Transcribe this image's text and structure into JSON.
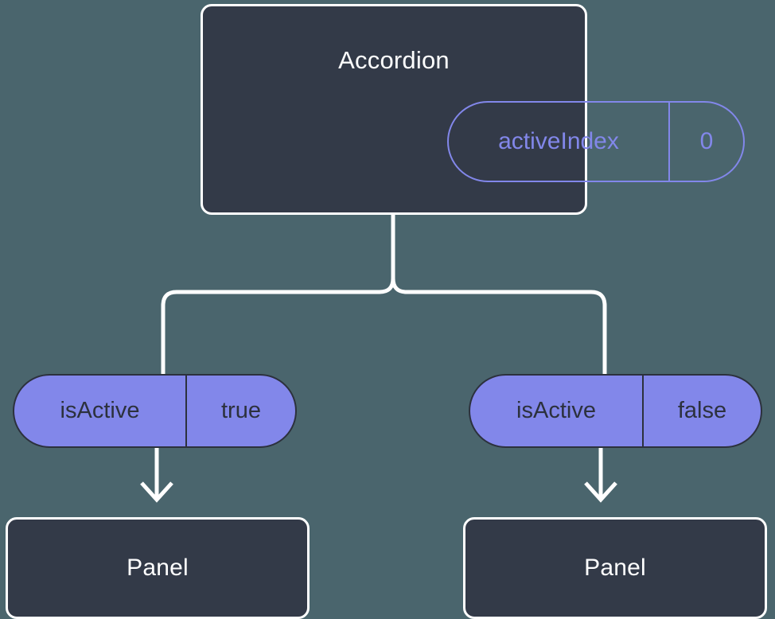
{
  "diagram": {
    "type": "component-state-tree",
    "background_color": "#4a656d",
    "node_fill_color": "#333a48",
    "node_stroke_color": "#ffffff",
    "accent_color": "#8287ea",
    "pill_text_color": "#2c313d",
    "root": {
      "title": "Accordion",
      "state_pill": {
        "key": "activeIndex",
        "value": "0"
      }
    },
    "branches": [
      {
        "prop_pill": {
          "key": "isActive",
          "value": "true"
        },
        "child": {
          "title": "Panel"
        }
      },
      {
        "prop_pill": {
          "key": "isActive",
          "value": "false"
        },
        "child": {
          "title": "Panel"
        }
      }
    ]
  }
}
